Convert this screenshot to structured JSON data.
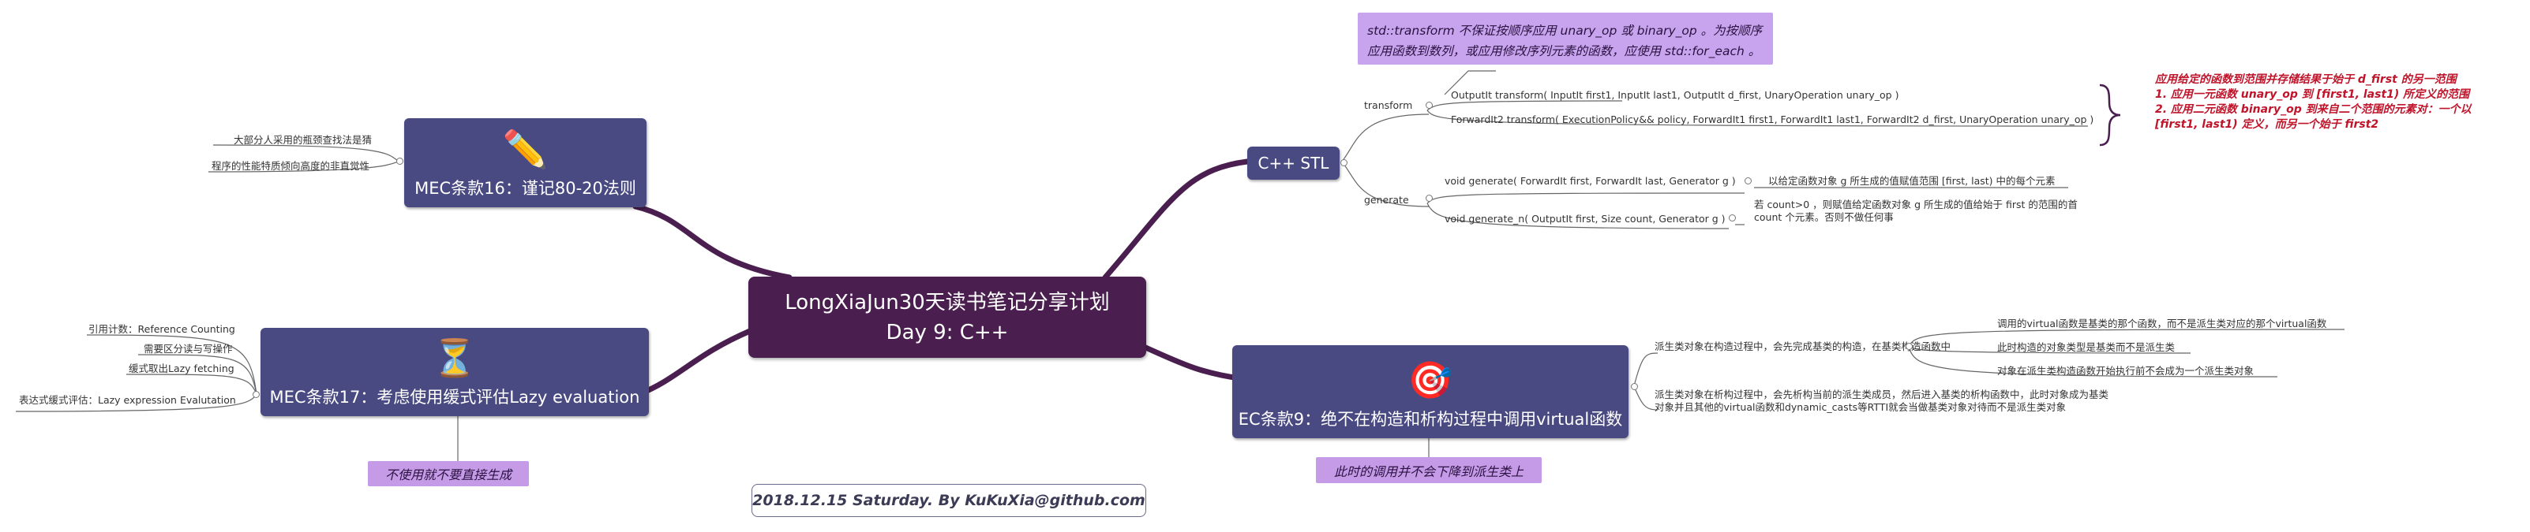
{
  "central": {
    "title_line1": "LongXiaJun30天读书笔记分享计划",
    "title_line2": "Day 9: C++"
  },
  "footer": "2018.12.15 Saturday. By KuKuXia@github.com",
  "colors": {
    "central_bg": "#4a1f4f",
    "topic_bg": "#4a4a82",
    "callout_bg": "#c59be8",
    "note_red": "#c0142b",
    "branch": "#4a1f4f"
  },
  "mec16": {
    "icon": "pencil-icon",
    "title": "MEC条款16：谨记80-20法则",
    "leaves": [
      "大部分人采用的瓶颈查找法是猜",
      "程序的性能特质倾向高度的非直觉性"
    ]
  },
  "mec17": {
    "icon": "hourglass-icon",
    "title": "MEC条款17：考虑使用缓式评估Lazy evaluation",
    "leaves": [
      "引用计数：Reference Counting",
      "需要区分读与写操作",
      "缓式取出Lazy fetching",
      "表达式缓式评估：Lazy expression Evalutation"
    ],
    "callout": "不使用就不要直接生成"
  },
  "stl": {
    "title": "C++ STL",
    "note_top": "std::transform 不保证按顺序应用 unary_op 或 binary_op 。为按顺序应用函数到数列，或应用修改序列元素的函数，应使用 std::for_each 。",
    "transform": {
      "label": "transform",
      "sig1": "OutputIt transform( InputIt first1, InputIt last1, OutputIt d_first, UnaryOperation unary_op )",
      "sig2": "ForwardIt2 transform( ExecutionPolicy&& policy, ForwardIt1 first1, ForwardIt1 last1, ForwardIt2 d_first, UnaryOperation unary_op )",
      "note_lines": [
        "应用给定的函数到范围并存储结果于始于 d_first 的另一范围",
        "1. 应用一元函数 unary_op 到 [first1, last1) 所定义的范围",
        "2. 应用二元函数 binary_op 到来自二个范围的元素对：一个以",
        "[first1, last1) 定义，而另一个始于 first2"
      ]
    },
    "generate": {
      "label": "generate",
      "sig1": "void generate( ForwardIt first, ForwardIt last, Generator g )",
      "desc1": "以给定函数对象 g 所生成的值赋值范围 [first, last) 中的每个元素",
      "sig2": "void generate_n( OutputIt first, Size count, Generator g )",
      "desc2": "若 count>0 ，则赋值给定函数对象 g 所生成的值给始于 first 的范围的首 count 个元素。否则不做任何事"
    }
  },
  "ec9": {
    "icon": "target-icon",
    "title": "EC条款9：绝不在构造和析构过程中调用virtual函数",
    "branch1": "派生类对象在构造过程中，会先完成基类的构造，在基类构造函数中",
    "branch1_children": [
      "调用的virtual函数是基类的那个函数，而不是派生类对应的那个virtual函数",
      "此时构造的对象类型是基类而不是派生类",
      "对象在派生类构造函数开始执行前不会成为一个派生类对象"
    ],
    "branch2": "派生类对象在析构过程中，会先析构当前的派生类成员，然后进入基类的析构函数中，此时对象成为基类对象并且其他的virtual函数和dynamic_casts等RTTI就会当做基类对象对待而不是派生类对象",
    "callout": "此时的调用并不会下降到派生类上"
  }
}
